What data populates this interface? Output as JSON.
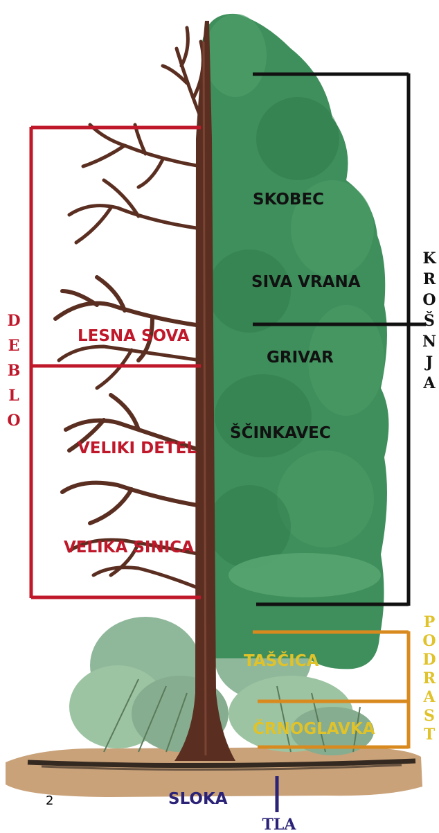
{
  "layers": {
    "deblo": "DEBLO",
    "krosnja": "KROŠNJA",
    "podrast": "PODRAST",
    "tla": "TLA"
  },
  "birds": {
    "skobec": "SKOBEC",
    "siva_vrana": "SIVA VRANA",
    "grivar": "GRIVAR",
    "scinkavec": "ŠČINKAVEC",
    "lesna_sova": "LESNA SOVA",
    "veliki_detel": "VELIKI DETEL",
    "velika_sinica": "VELIKA SINICA",
    "tascica": "TAŠČICA",
    "crnoglavka": "ČRNOGLAVKA",
    "sloka": "SLOKA"
  },
  "page_number": "2",
  "colors": {
    "deblo": "#c0182b",
    "krosnja": "#111111",
    "podrast_bracket": "#d98a1e",
    "podrast_text": "#e0c22a",
    "tla": "#2b2377",
    "foliage": "#3f8f5c",
    "bark": "#5a2e20",
    "ground": "#c9a27a"
  }
}
